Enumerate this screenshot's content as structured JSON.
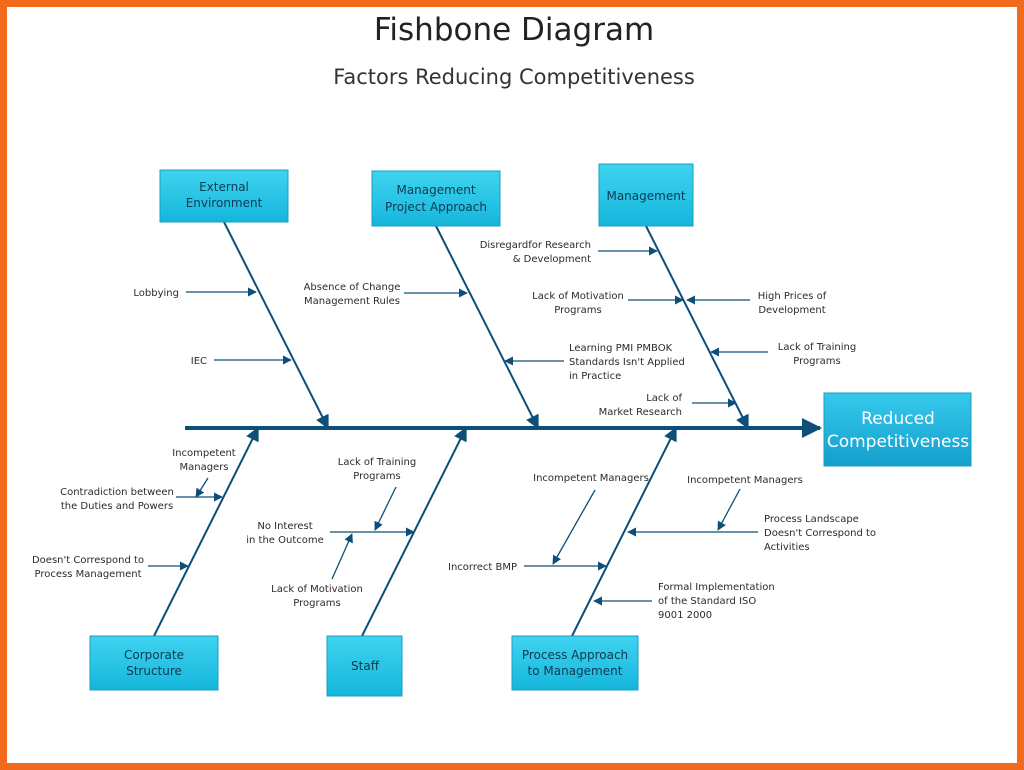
{
  "title": "Fishbone Diagram",
  "subtitle": "Factors Reducing Competitiveness",
  "effect": [
    "Reduced",
    "Competitiveness"
  ],
  "colors": {
    "frame": "#f26a1b",
    "box_fill": "#21c4e6",
    "box_border": "#1a9fbe",
    "line": "#0d4f78"
  },
  "categories": {
    "external_environment": [
      "External",
      "Environment"
    ],
    "management_project_approach": [
      "Management",
      "Project Approach"
    ],
    "management": [
      "Management"
    ],
    "corporate_structure": [
      "Corporate",
      "Structure"
    ],
    "staff": [
      "Staff"
    ],
    "process_approach": [
      "Process Approach",
      "to Management"
    ]
  },
  "causes": {
    "lobbying": [
      "Lobbying"
    ],
    "iec": [
      "IEC"
    ],
    "absence_change": [
      "Absence of Change",
      "Management Rules"
    ],
    "learning_pmi": [
      "Learning PMI PMBOK",
      "Standards Isn't Applied",
      "in Practice"
    ],
    "disregard_research": [
      "Disregardfor Research",
      "& Development"
    ],
    "lack_motivation_top": [
      "Lack of Motivation",
      "Programs"
    ],
    "high_prices": [
      "High Prices of",
      "Development"
    ],
    "lack_training_top": [
      "Lack of Training",
      "Programs"
    ],
    "lack_market_research": [
      "Lack of",
      "Market Research"
    ],
    "incompetent_managers_left": [
      "Incompetent",
      "Managers"
    ],
    "contradiction": [
      "Contradiction between",
      "the Duties and Powers"
    ],
    "doesnt_correspond": [
      "Doesn't Correspond to",
      "Process Management"
    ],
    "lack_training_staff": [
      "Lack of Training",
      "Programs"
    ],
    "no_interest": [
      "No Interest",
      "in the Outcome"
    ],
    "lack_motivation_staff": [
      "Lack of Motivation",
      "Programs"
    ],
    "incompetent_managers_mid": [
      "Incompetent Managers"
    ],
    "incompetent_managers_right": [
      "Incompetent Managers"
    ],
    "incorrect_bmp": [
      "Incorrect BMP"
    ],
    "process_landscape": [
      "Process Landscape",
      "Doesn't Correspond to",
      "Activities"
    ],
    "formal_implementation": [
      "Formal Implementation",
      "of the Standard ISO",
      "9001 2000"
    ]
  }
}
